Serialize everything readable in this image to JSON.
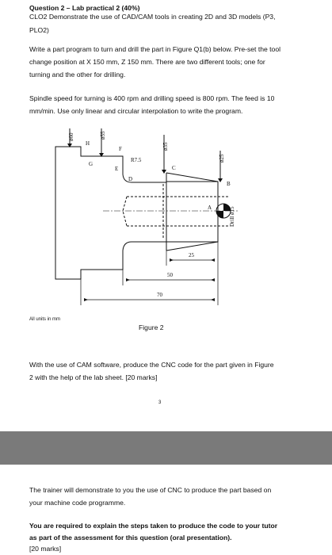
{
  "heading": "Question 2 – Lab practical 2 (40%)",
  "clo_line1": "CLO2 Demonstrate the use of CAD/CAM tools in creating 2D and 3D models (P3,",
  "clo_line2": "PLO2)",
  "para1_line1": "Write a part program to turn and drill the part in Figure Q1(b) below. Pre-set the tool",
  "para1_line2": "change position at X 150 mm, Z 150 mm. There are two different tools; one for",
  "para1_line3": "turning and the other for drilling.",
  "para2_line1": "Spindle speed for turning is 400 rpm and drilling speed is 800 rpm. The feed is 10",
  "para2_line2": "mm/min. Use only linear and circular interpolation to write the program.",
  "figure": {
    "dims": {
      "d60": "ø60",
      "d55": "ø55",
      "d35": "ø35",
      "d25": "ø25",
      "radius": "R7.5",
      "drill": "Drill ø15",
      "len25": "25",
      "len50": "50",
      "len70": "70"
    },
    "points": {
      "H": "H",
      "G": "G",
      "F": "F",
      "E": "E",
      "D": "D",
      "C": "C",
      "B": "B",
      "A": "A"
    },
    "units_note": "All units in mm",
    "caption": "Figure 2"
  },
  "cam_line1": "With the use of CAM software, produce the CNC code for the part given in Figure",
  "cam_line2": "2 with the help of the lab sheet. [20 marks]",
  "page_number": "3",
  "trainer_line1": "The trainer will demonstrate to you the use of CNC to produce the part based on",
  "trainer_line2": "your machine code programme.",
  "req_line1": "You are required to explain the steps taken to produce the code to your tutor",
  "req_line2": "as part of the assessment for this question (oral presentation).",
  "marks": "[20 marks]"
}
